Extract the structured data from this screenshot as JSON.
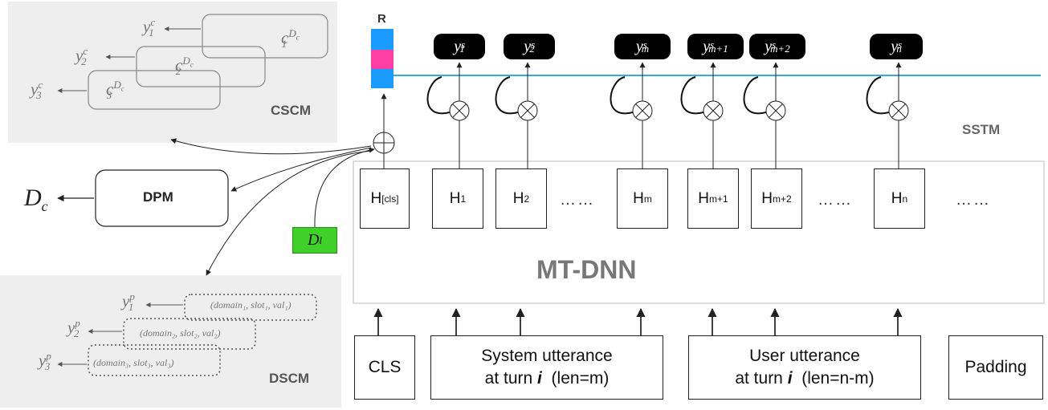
{
  "cscm": {
    "label": "CSCM",
    "outputs": [
      "y",
      "y",
      "y"
    ],
    "output_subs": [
      "1",
      "2",
      "3"
    ],
    "output_sup": "c",
    "concepts": [
      "c",
      "c",
      "c"
    ],
    "concept_subs": [
      "1",
      "2",
      "3"
    ],
    "concept_sup": "D",
    "concept_sup_sub": "c"
  },
  "dscm": {
    "label": "DSCM",
    "outputs": [
      "y",
      "y",
      "y"
    ],
    "output_subs": [
      "1",
      "2",
      "3"
    ],
    "output_sup": "p",
    "tuples": [
      "(domain₁, slot₁, val₁)",
      "(domain₂, slot₂, val₂)",
      "(domain₃, slot₃, val₃)"
    ]
  },
  "dpm": {
    "label": "DPM",
    "output_main": "D",
    "output_sub": "c"
  },
  "dl": {
    "main": "D",
    "sub": "l"
  },
  "r_label": "R",
  "sstm_label": "SSTM",
  "mtdnn_label": "MT-DNN",
  "hidden": [
    {
      "main": "H",
      "sub": "[cls]"
    },
    {
      "main": "H",
      "sub": "1"
    },
    {
      "main": "H",
      "sub": "2"
    },
    {
      "main": "H",
      "sub": "m"
    },
    {
      "main": "H",
      "sub": "m+1"
    },
    {
      "main": "H",
      "sub": "m+2"
    },
    {
      "main": "H",
      "sub": "n"
    }
  ],
  "ellipsis": "……",
  "slot_outputs": [
    {
      "main": "y",
      "sup": "s",
      "sub": "1"
    },
    {
      "main": "y",
      "sup": "s",
      "sub": "2"
    },
    {
      "main": "y",
      "sup": "s",
      "sub": "m"
    },
    {
      "main": "y",
      "sup": "s",
      "sub": "m+1"
    },
    {
      "main": "y",
      "sup": "s",
      "sub": "m+2"
    },
    {
      "main": "y",
      "sup": "s",
      "sub": "n"
    }
  ],
  "inputs": {
    "cls": "CLS",
    "system_line1": "System utterance",
    "system_line2_pre": "at turn ",
    "system_line2_i": "i",
    "system_line2_post": "  (len=m)",
    "user_line1": "User utterance",
    "user_line2_pre": "at turn ",
    "user_line2_i": "i",
    "user_line2_post": "  (len=n-m)",
    "padding": "Padding"
  },
  "colors": {
    "r_top": "#1a9bff",
    "r_mid": "#ff3fa4",
    "r_bottom": "#1a9bff",
    "sstm_line": "#1b9fd8",
    "dl_fill": "#3fd12a",
    "panel": "#eeeeee"
  }
}
